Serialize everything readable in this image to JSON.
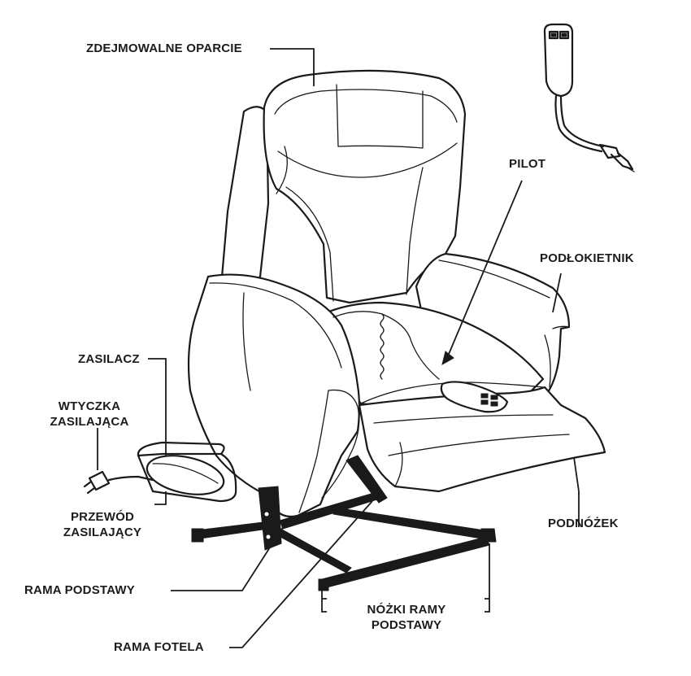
{
  "labels": {
    "backrest": "ZDEJMOWALNE OPARCIE",
    "remote": "PILOT",
    "armrest": "PODŁOKIETNIK",
    "power_supply": "ZASILACZ",
    "plug_line1": "WTYCZKA",
    "plug_line2": "ZASILAJĄCA",
    "cable_line1": "PRZEWÓD",
    "cable_line2": "ZASILAJĄCY",
    "footrest": "PODNÓŻEK",
    "base_frame": "RAMA PODSTAWY",
    "legs_line1": "NÓŻKI RAMY",
    "legs_line2": "PODSTAWY",
    "chair_frame": "RAMA FOTELA"
  }
}
